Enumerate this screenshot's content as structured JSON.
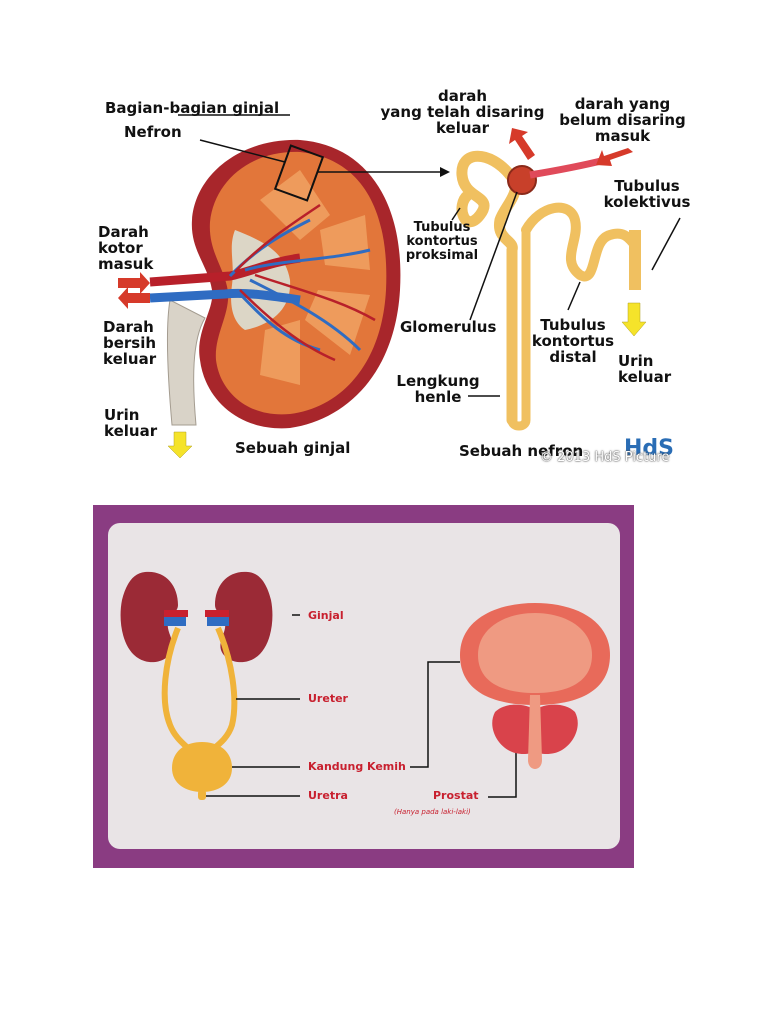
{
  "figure1": {
    "title": "Bagian-bagian ginjal",
    "nefron": "Nefron",
    "darah_kotor": [
      "Darah",
      "kotor",
      "masuk"
    ],
    "darah_bersih": [
      "Darah",
      "bersih",
      "keluar"
    ],
    "urin_kiri": [
      "Urin",
      "keluar"
    ],
    "caption_ginjal": "Sebuah ginjal",
    "darah_disaring": [
      "darah",
      "yang telah disaring",
      "keluar"
    ],
    "darah_belum": [
      "darah yang",
      "belum disaring",
      "masuk"
    ],
    "tubulus_kolektivus": [
      "Tubulus",
      "kolektivus"
    ],
    "tubulus_proksimal": [
      "Tubulus",
      "kontortus",
      "proksimal"
    ],
    "glomerulus": "Glomerulus",
    "tubulus_distal": [
      "Tubulus",
      "kontortus",
      "distal"
    ],
    "urin_kanan": [
      "Urin",
      "keluar"
    ],
    "lengkung": [
      "Lengkung",
      "henle"
    ],
    "caption_nefron": "Sebuah nefron",
    "logo": "HdS",
    "copyright": "© 2013 HdS Picture"
  },
  "figure2": {
    "ginjal": "Ginjal",
    "ureter": "Ureter",
    "kandung": "Kandung Kemih",
    "uretra": "Uretra",
    "prostat": "Prostat",
    "prostat_note": "(Hanya pada laki-laki)"
  },
  "colors": {
    "frame": "#8a3c82",
    "label_red": "#c8202f",
    "ureter_yellow": "#f0b33a",
    "kidney_red": "#9b2a36"
  }
}
